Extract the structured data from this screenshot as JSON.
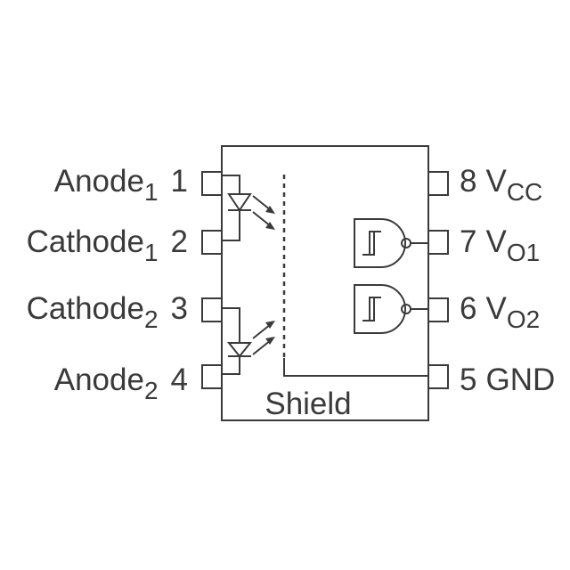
{
  "colors": {
    "ink": "#3a3a3a",
    "background": "#ffffff"
  },
  "pins": {
    "p1": {
      "number": "1",
      "name": "Anode",
      "sub": "1"
    },
    "p2": {
      "number": "2",
      "name": "Cathode",
      "sub": "1"
    },
    "p3": {
      "number": "3",
      "name": "Cathode",
      "sub": "2"
    },
    "p4": {
      "number": "4",
      "name": "Anode",
      "sub": "2"
    },
    "p5": {
      "number": "5",
      "name": "GND"
    },
    "p6": {
      "number": "6",
      "name": "V",
      "sub": "O2"
    },
    "p7": {
      "number": "7",
      "name": "V",
      "sub": "O1"
    },
    "p8": {
      "number": "8",
      "name": "V",
      "sub": "CC"
    }
  },
  "shield_label": "Shield"
}
